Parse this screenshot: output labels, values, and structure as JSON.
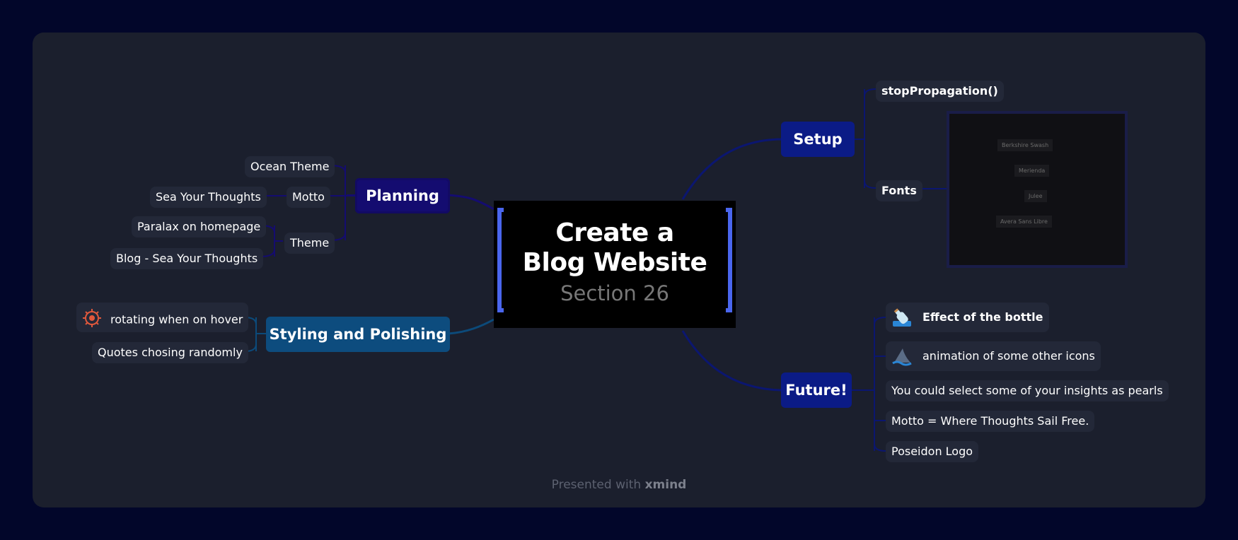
{
  "central": {
    "title_line1": "Create a",
    "title_line2": "Blog Website",
    "subtitle": "Section 26"
  },
  "planning": {
    "label": "Planning",
    "ocean_theme": "Ocean Theme",
    "motto": {
      "label": "Motto",
      "child": "Sea Your Thoughts"
    },
    "theme": {
      "label": "Theme",
      "children": [
        "Paralax on homepage",
        "Blog - Sea Your Thoughts"
      ]
    }
  },
  "styling": {
    "label": "Styling and Polishing",
    "children": [
      {
        "label": "rotating when on hover",
        "icon": "ship-wheel-icon"
      },
      {
        "label": "Quotes chosing randomly"
      }
    ]
  },
  "setup": {
    "label": "Setup",
    "children": [
      "stopPropagation()",
      "Fonts"
    ],
    "font_samples": [
      "Berkshire Swash",
      "Merienda",
      "Julee",
      "Avera Sans Libre"
    ]
  },
  "future": {
    "label": "Future!",
    "children": [
      {
        "label": "Effect of the bottle",
        "icon": "bottle-icon"
      },
      {
        "label": "animation of some other icons",
        "icon": "shark-fin-icon"
      },
      {
        "label": "You could select some of your insights as pearls"
      },
      {
        "label": "Motto = Where Thoughts Sail Free."
      },
      {
        "label": "Poseidon Logo"
      }
    ]
  },
  "footer": {
    "prefix": "Presented with",
    "brand": "xmind"
  },
  "colors": {
    "background": "#02062a",
    "panel": "#1b1f2d",
    "bracket": "#4a66ee",
    "planning": "#140c70",
    "setup": "#0b1b86",
    "styling": "#0d4c7e",
    "link_dark": "#0b1670",
    "link_teal": "#0c4a7a"
  }
}
